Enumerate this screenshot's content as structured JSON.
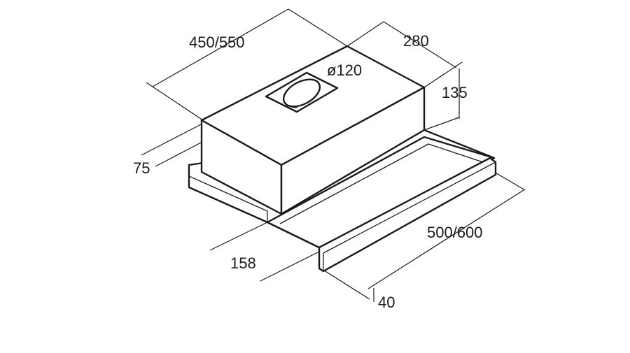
{
  "dimensions": {
    "depth": "450/550",
    "width_top": "280",
    "duct_diameter": "ø120",
    "body_height": "135",
    "base_height": "75",
    "front_depth": "158",
    "front_width": "500/600",
    "front_thickness": "40"
  },
  "colors": {
    "line": "#1a1a1a",
    "background": "#ffffff"
  }
}
